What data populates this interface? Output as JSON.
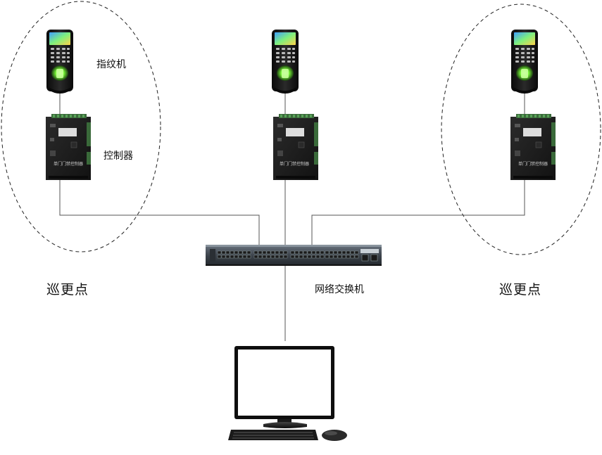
{
  "labels": {
    "fingerprint_reader": "指纹机",
    "controller": "控制器",
    "patrol_point_left": "巡更点",
    "patrol_point_right": "巡更点",
    "network_switch": "网络交换机"
  },
  "devices": {
    "controller_panel_text": "单门门禁控制器"
  },
  "colors": {
    "line": "#555555",
    "dashed_border": "#222222",
    "device_body": "#1c1c1c",
    "fingerprint_glow": "#7dff3a",
    "screen_fill": "#ffffff"
  }
}
